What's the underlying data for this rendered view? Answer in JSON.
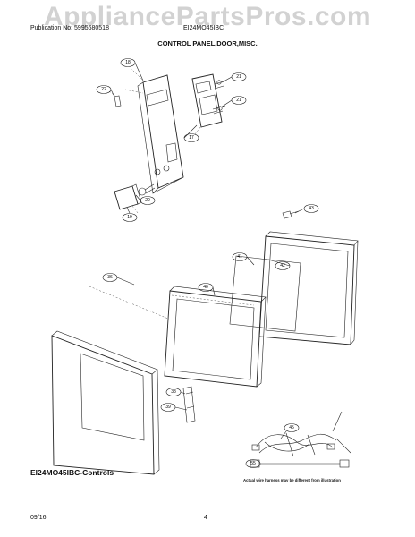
{
  "header": {
    "watermark": "AppliancePartsPros.com",
    "publication_no": "Publication No: 5995680518",
    "model": "EI24MO45IBC",
    "section_title": "CONTROL PANEL,DOOR,MISC."
  },
  "diagram": {
    "caption": "EI24MO45IBC-Controls",
    "note": "Actual wire harness may be different from illustration",
    "callouts": [
      "18",
      "22",
      "21",
      "21",
      "17",
      "20",
      "19",
      "43",
      "36",
      "40",
      "41",
      "42",
      "38",
      "39",
      "45",
      "55"
    ]
  },
  "footer": {
    "date": "09/16",
    "page": "4"
  }
}
